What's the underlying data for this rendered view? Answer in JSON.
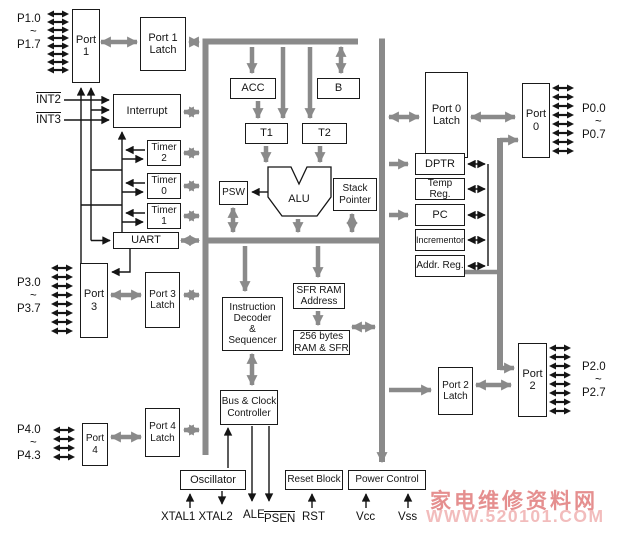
{
  "blocks": {
    "port1": "Port\n1",
    "port1_latch": "Port 1\nLatch",
    "interrupt": "Interrupt",
    "timer2": "Timer\n2",
    "timer0": "Timer\n0",
    "timer1": "Timer\n1",
    "uart": "UART",
    "port3": "Port\n3",
    "port3_latch": "Port 3\nLatch",
    "port4": "Port\n4",
    "port4_latch": "Port 4\nLatch",
    "acc": "ACC",
    "b_reg": "B",
    "t1": "T1",
    "t2": "T2",
    "psw": "PSW",
    "alu": "ALU",
    "stack_pointer": "Stack\nPointer",
    "instruction_decoder": "Instruction\nDecoder\n&\nSequencer",
    "sfr_ram_address": "SFR RAM\nAddress",
    "ram_256": "256 bytes\nRAM & SFR",
    "bus_clock_controller": "Bus & Clock\nController",
    "oscillator": "Oscillator",
    "reset_block": "Reset Block",
    "power_control": "Power Control",
    "port0_latch": "Port 0\nLatch",
    "port0": "Port\n0",
    "dptr": "DPTR",
    "temp_reg": "Temp Reg.",
    "pc": "PC",
    "incrementor": "Incrementor",
    "addr_reg": "Addr. Reg.",
    "port2_latch": "Port 2\nLatch",
    "port2": "Port\n2"
  },
  "pins": {
    "p1": [
      "P1.0",
      "~",
      "P1.7"
    ],
    "p3": [
      "P3.0",
      "~",
      "P3.7"
    ],
    "p4": [
      "P4.0",
      "~",
      "P4.3"
    ],
    "p0": [
      "P0.0",
      "~",
      "P0.7"
    ],
    "p2": [
      "P2.0",
      "~",
      "P2.7"
    ]
  },
  "signals": {
    "int2": "INT2",
    "int3": "INT3",
    "xtal": "XTAL1 XTAL2",
    "ale": "ALE",
    "psen": "PSEN",
    "rst": "RST",
    "vcc": "Vcc",
    "vss": "Vss"
  },
  "watermark": {
    "line1": "家电维修资料网",
    "line2": "WWW.520101.COM",
    "color_cjk": "#e58f8f",
    "color_url": "#f2bcbc",
    "style_cjk": "color:#e58f8f",
    "style_url": "color:#f2bcbc"
  },
  "colors": {
    "bus_gray": "#8a8a8a",
    "wire_black": "#151515",
    "background": "#ffffff"
  }
}
